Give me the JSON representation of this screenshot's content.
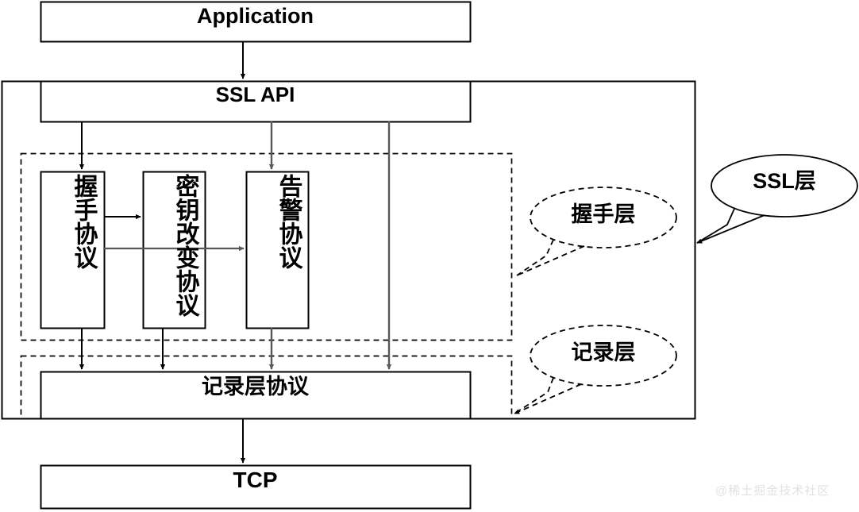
{
  "diagram": {
    "title": "SSL protocol stack diagram",
    "boxes": {
      "application": "Application",
      "ssl_api": "SSL API",
      "handshake_protocol": "握手协议",
      "change_cipher_protocol": "密钥改变协议",
      "alert_protocol": "告警协议",
      "record_protocol": "记录层协议",
      "tcp": "TCP"
    },
    "callouts": {
      "handshake_layer": "握手层",
      "record_layer": "记录层",
      "ssl_layer": "SSL层"
    },
    "watermark": "@稀土掘金技术社区",
    "colors": {
      "stroke": "#000000",
      "gray_stroke": "#595959",
      "background": "#ffffff",
      "watermark": "#e2e2e2"
    }
  }
}
